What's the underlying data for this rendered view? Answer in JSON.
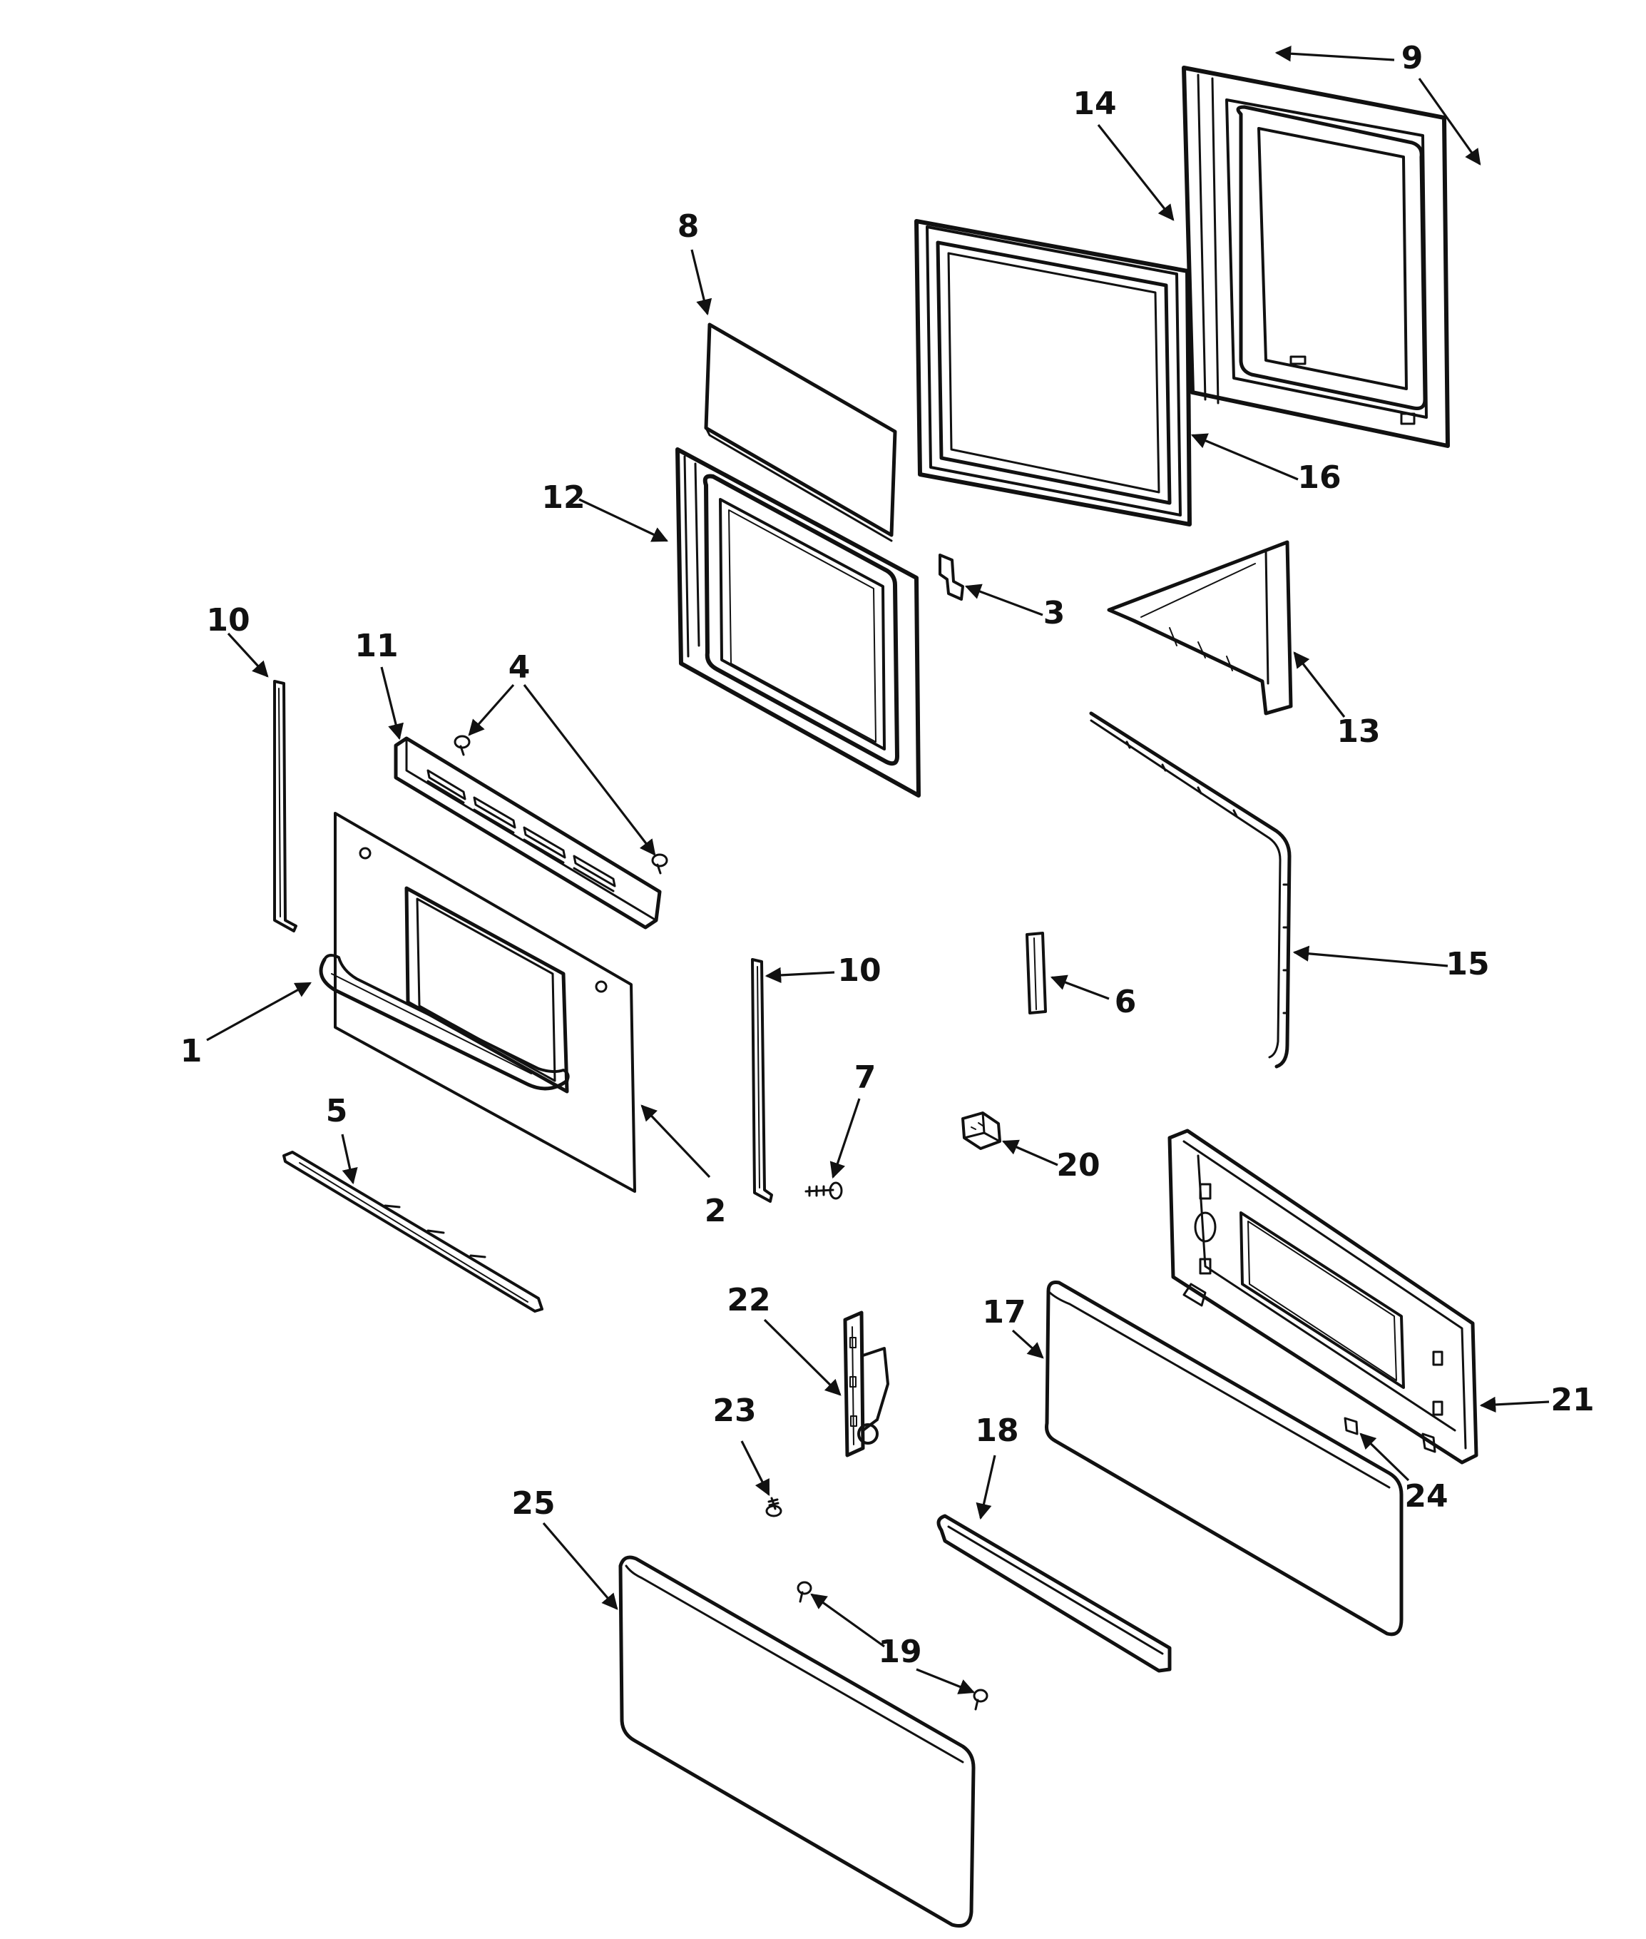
{
  "callouts": [
    {
      "id": "c1",
      "label": "1"
    },
    {
      "id": "c2",
      "label": "2"
    },
    {
      "id": "c3",
      "label": "3"
    },
    {
      "id": "c4",
      "label": "4"
    },
    {
      "id": "c5",
      "label": "5"
    },
    {
      "id": "c6",
      "label": "6"
    },
    {
      "id": "c7",
      "label": "7"
    },
    {
      "id": "c8",
      "label": "8"
    },
    {
      "id": "c9",
      "label": "9"
    },
    {
      "id": "c10a",
      "label": "10"
    },
    {
      "id": "c10b",
      "label": "10"
    },
    {
      "id": "c11",
      "label": "11"
    },
    {
      "id": "c12",
      "label": "12"
    },
    {
      "id": "c13",
      "label": "13"
    },
    {
      "id": "c14",
      "label": "14"
    },
    {
      "id": "c15",
      "label": "15"
    },
    {
      "id": "c16",
      "label": "16"
    },
    {
      "id": "c17",
      "label": "17"
    },
    {
      "id": "c18",
      "label": "18"
    },
    {
      "id": "c19",
      "label": "19"
    },
    {
      "id": "c20",
      "label": "20"
    },
    {
      "id": "c21",
      "label": "21"
    },
    {
      "id": "c22",
      "label": "22"
    },
    {
      "id": "c23",
      "label": "23"
    },
    {
      "id": "c24",
      "label": "24"
    },
    {
      "id": "c25",
      "label": "25"
    }
  ]
}
